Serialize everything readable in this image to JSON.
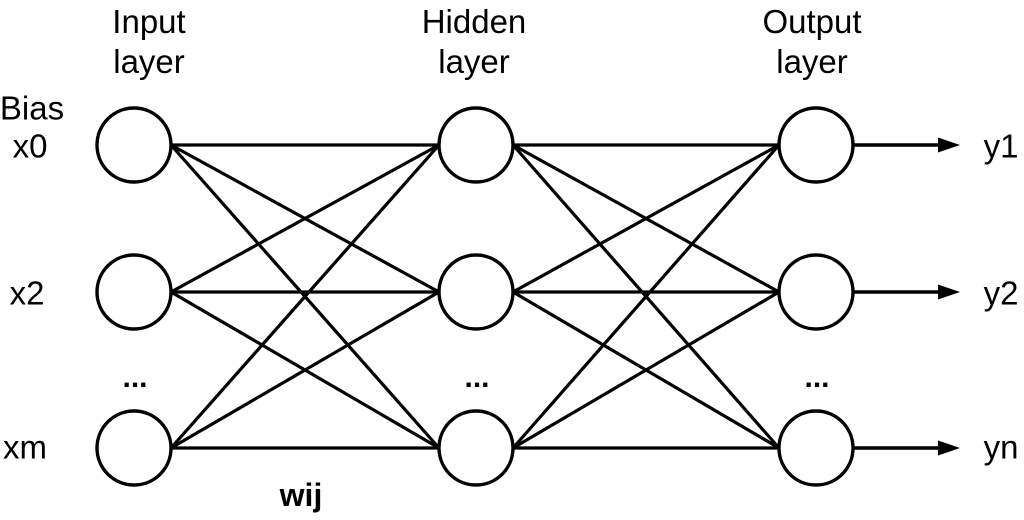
{
  "colors": {
    "stroke": "#000000",
    "background": "#ffffff"
  },
  "network": {
    "bias_label": "Bias",
    "weight_label": "wij",
    "layers": [
      {
        "title": "Input layer",
        "ellipsis": "...",
        "node_labels": [
          "x0",
          "x2",
          "xm"
        ]
      },
      {
        "title": "Hidden layer",
        "ellipsis": "..."
      },
      {
        "title": "Output layer",
        "ellipsis": "...",
        "output_labels": [
          "y1",
          "y2",
          "yn"
        ]
      }
    ]
  }
}
